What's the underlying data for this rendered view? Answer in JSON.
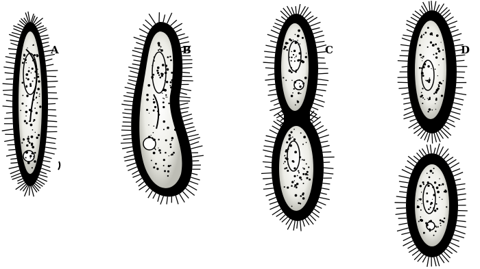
{
  "figure": {
    "labels": {
      "a": "A",
      "b": "B",
      "c": "C",
      "d": "D"
    }
  },
  "colors": {
    "ink": "#000000",
    "cell_light": "#f2f2ee",
    "paper": "#ffffff"
  }
}
